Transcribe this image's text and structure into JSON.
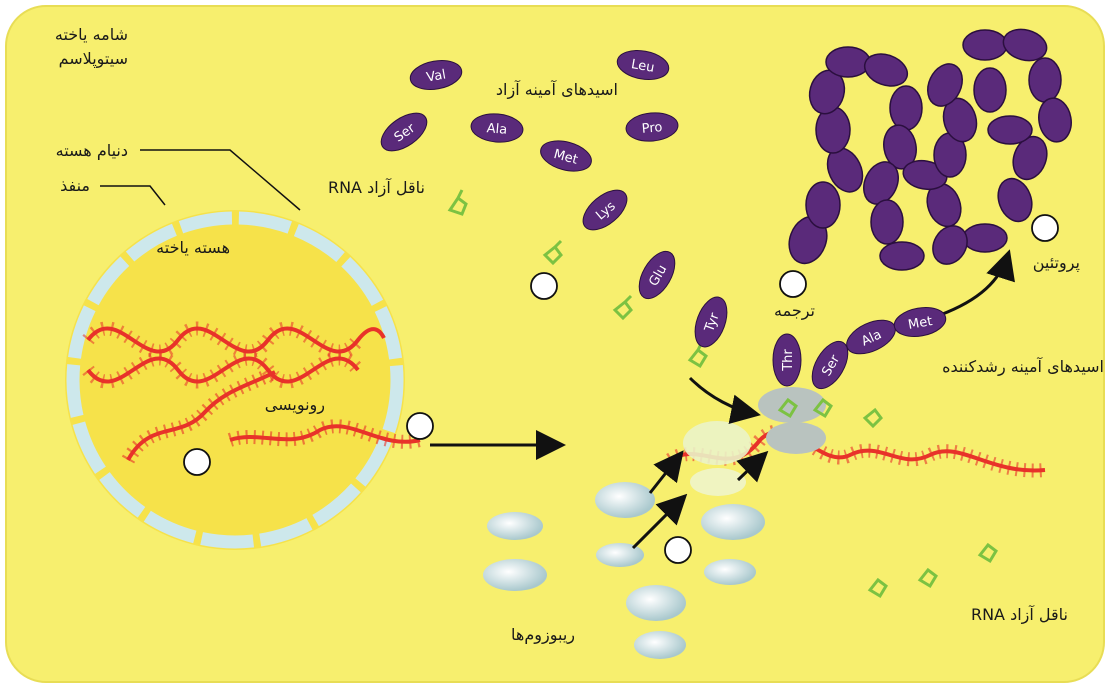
{
  "labels": {
    "cell_cytoplasm_line1": "شامه یاخته",
    "cell_cytoplasm_line2": "سیتوپلاسم",
    "nuclear_envelope": "دنیام هسته",
    "pore": "منفذ",
    "free_trna_top": "RNA ناقل آزاد",
    "nucleus": "هسته یاخته",
    "transcription": "رونویسی",
    "free_amino_acids": "اسیدهای آمینه آزاد",
    "translation": "ترجمه",
    "protein": "پروتئین",
    "growing_amino_acids": "اسیدهای آمینه رشدکننده",
    "ribosomes": "ریبوزوم‌ها",
    "free_trna_bottom": "RNA ناقل آزاد"
  },
  "free_amino_acids": [
    "Val",
    "Leu",
    "Ser",
    "Ala",
    "Pro",
    "Met",
    "Lys",
    "Glu",
    "Tyr"
  ],
  "attached_amino_acids": [
    "Thr",
    "Ser",
    "Ala",
    "Met"
  ],
  "colors": {
    "cytoplasm": "#f7ef6e",
    "nucleus": "#f6e24a",
    "envelope": "#cde8ec",
    "mrna": "#e8322a",
    "amino_acid": "#5a2a7a",
    "trna": "#7cc242",
    "ribosome": "#c9dde0"
  }
}
